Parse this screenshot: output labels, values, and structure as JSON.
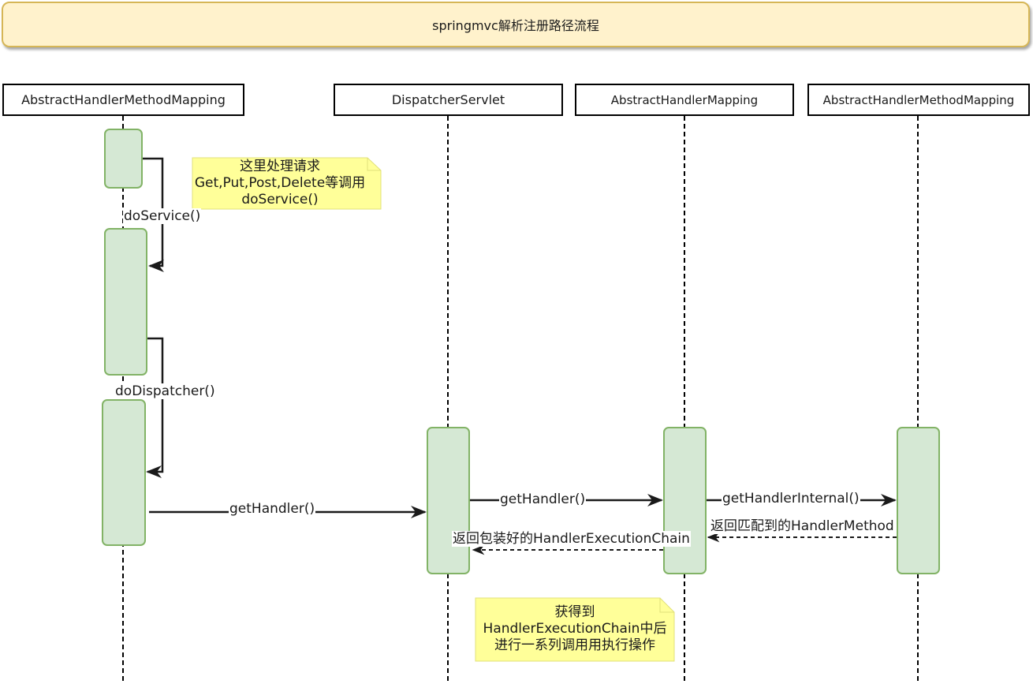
{
  "title": "springmvc解析注册路径流程",
  "participants": [
    {
      "name": "AbstractHandlerMethodMapping"
    },
    {
      "name": "DispatcherServlet"
    },
    {
      "name": "AbstractHandlerMapping"
    },
    {
      "name": "AbstractHandlerMethodMapping"
    }
  ],
  "notes": {
    "note1": {
      "line1": "这里处理请求",
      "line2": "Get,Put,Post,Delete等调用",
      "line3": "doService()"
    },
    "note2": {
      "line1": "获得到",
      "line2": "HandlerExecutionChain中后",
      "line3": "进行一系列调用用执行操作"
    }
  },
  "messages": {
    "do_service": "doService()",
    "do_dispatcher": "doDispatcher()",
    "get_handler_1": "getHandler()",
    "get_handler_2": "getHandler()",
    "get_handler_internal": "getHandlerInternal()",
    "return_handler_method": "返回匹配到的HandlerMethod",
    "return_execution_chain": "返回包装好的HandlerExecutionChain"
  },
  "colors": {
    "title_fill": "#fff2cc",
    "title_stroke": "#d6b656",
    "activation_fill": "#d5e8d4",
    "activation_stroke": "#82b366",
    "note_fill": "#ffff99",
    "note_stroke": "#e0e07a"
  }
}
